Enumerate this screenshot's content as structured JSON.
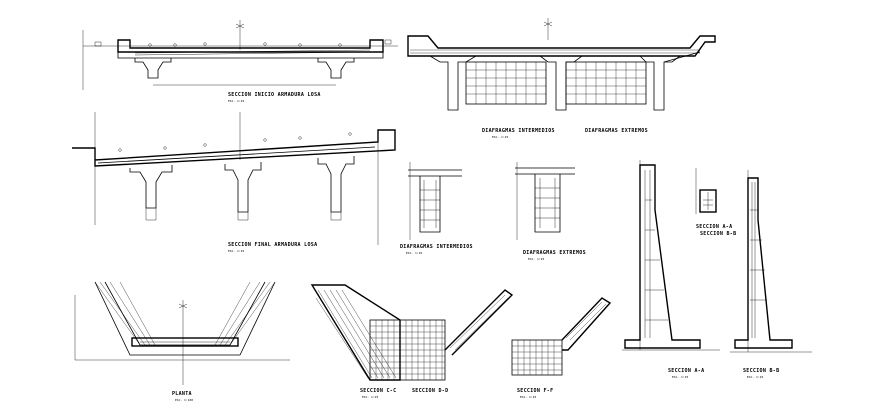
{
  "drawings": {
    "seccion_inicio": {
      "title": "SECCION INICIO ARMADURA LOSA",
      "scale": "ESC. 1:25"
    },
    "diafragmas_main": {
      "title_left": "DIAFRAGMAS INTERMEDIOS",
      "title_right": "DIAFRAGMAS EXTREMOS",
      "scale": "ESC. 1:25"
    },
    "seccion_final": {
      "title": "SECCION FINAL ARMADURA LOSA",
      "scale": "ESC. 1:25"
    },
    "diafragma_intermedio": {
      "title": "DIAFRAGMAS INTERMEDIOS",
      "scale": "ESC. 1:25"
    },
    "diafragma_extremo": {
      "title": "DIAFRAGMAS EXTREMOS",
      "scale": "ESC. 1:25"
    },
    "seccion_aa": {
      "title": "SECCION A-A",
      "scale": "ESC. 1:25"
    },
    "seccion_bb": {
      "title": "SECCION B-B",
      "scale": "ESC. 1:25"
    },
    "planta": {
      "title": "PLANTA",
      "scale": "ESC. 1:100"
    },
    "seccion_cc": {
      "title": "SECCION C-C",
      "scale": "ESC. 1:25"
    },
    "seccion_dd": {
      "title": "SECCION D-D",
      "scale": "ESC. 1:25"
    },
    "seccion_ff": {
      "title": "SECCION F-F",
      "scale": "ESC. 1:25"
    },
    "seccion_aa2": {
      "title": "SECCION A-A",
      "scale": "ESC. 1:25"
    },
    "seccion_bb2": {
      "title": "SECCION B-B",
      "scale": "ESC. 1:25"
    }
  }
}
